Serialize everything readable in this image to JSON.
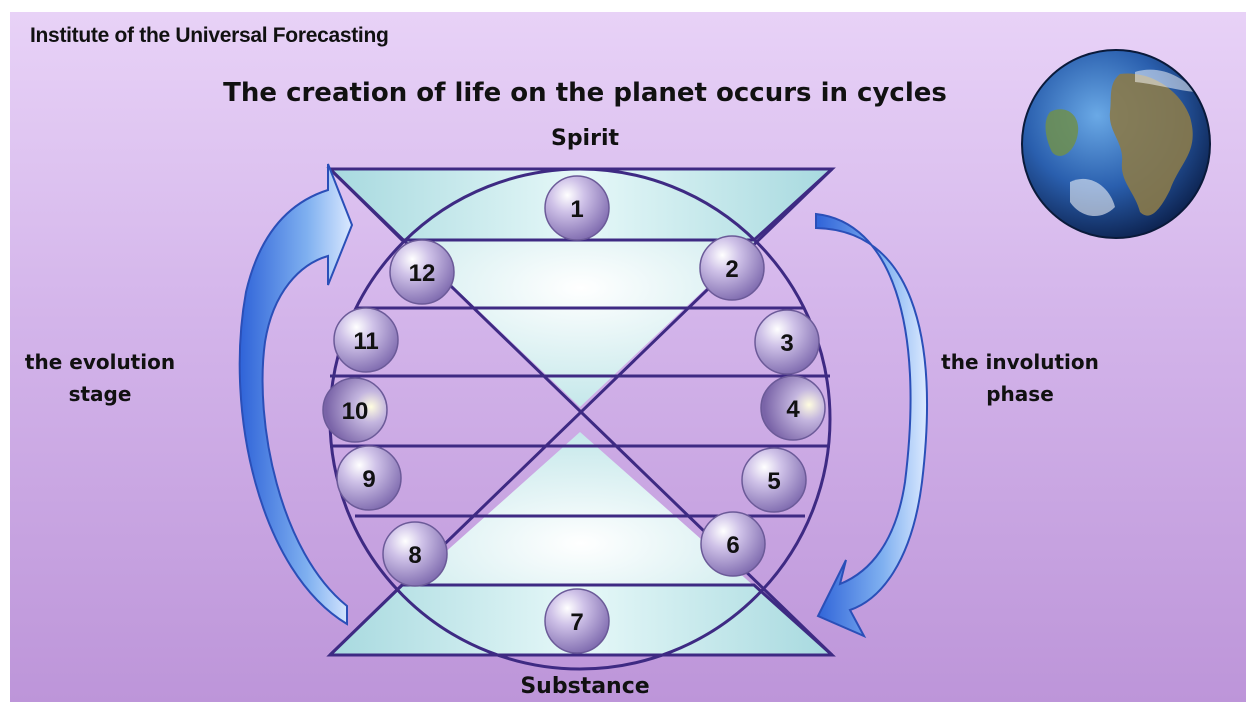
{
  "institute": "Institute of the Universal Forecasting",
  "title": "The creation of life on the planet occurs in cycles",
  "top_label": "Spirit",
  "bottom_label": "Substance",
  "left_label": [
    "the evolution",
    "stage"
  ],
  "right_label": [
    "the involution",
    "phase"
  ],
  "cycles": [
    "1",
    "2",
    "3",
    "4",
    "5",
    "6",
    "7",
    "8",
    "9",
    "10",
    "11",
    "12"
  ],
  "colors": {
    "outline": "#3e2a83",
    "arrow": "#4f86e6",
    "cone_fill": "#cdeef0",
    "ball": "#a290c8"
  },
  "icons": {
    "globe": "earth-globe-icon"
  }
}
